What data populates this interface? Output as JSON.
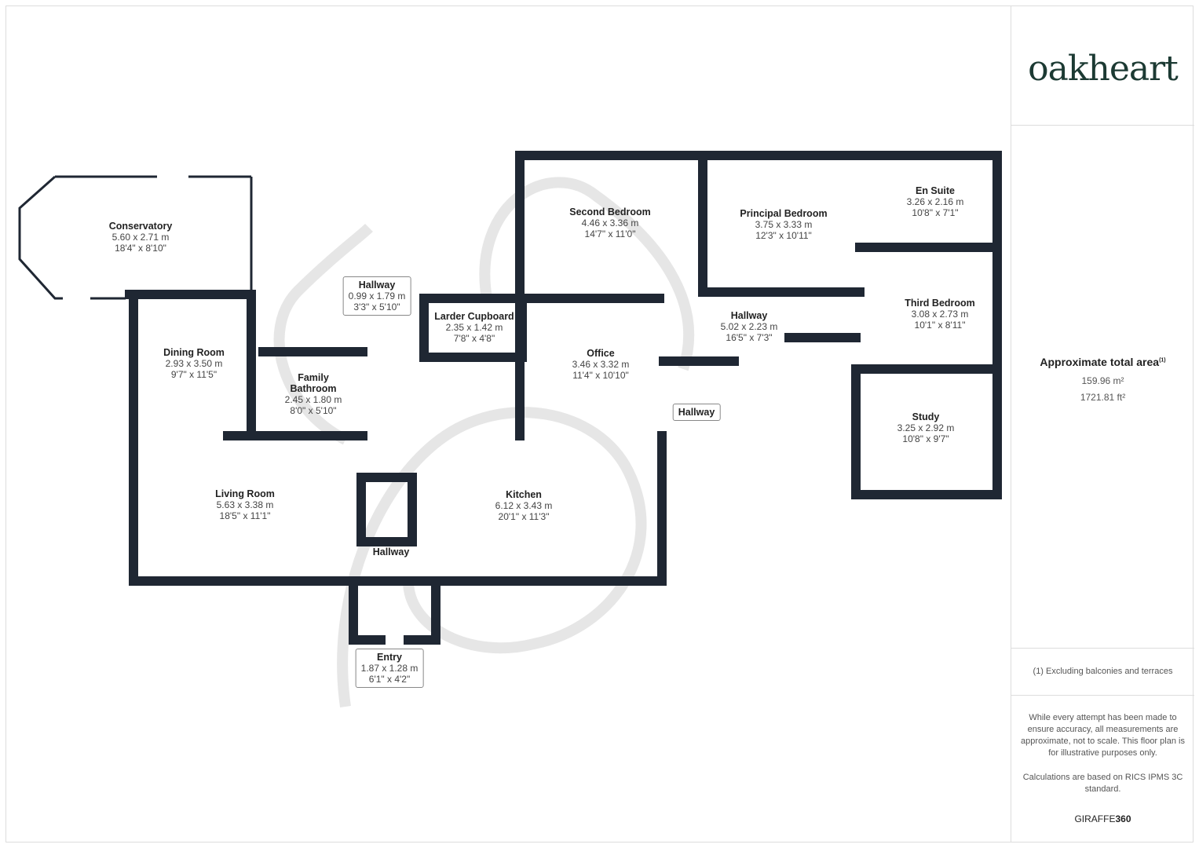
{
  "brand": {
    "logo": "oakheart",
    "footer_prefix": "GIRAFFE",
    "footer_suffix": "360"
  },
  "area": {
    "title": "Approximate total area",
    "footnote_mark": "(1)",
    "metric": "159.96 m²",
    "imperial": "1721.81 ft²"
  },
  "notes": {
    "footnote": "(1) Excluding balconies and terraces",
    "disclaimer": "While every attempt has been made to ensure accuracy, all measurements are approximate, not to scale. This floor plan is for illustrative purposes only.",
    "calculations": "Calculations are based on RICS IPMS 3C standard."
  },
  "rooms": [
    {
      "name": "Conservatory",
      "metric": "5.60 x 2.71 m",
      "imperial": "18'4\" x 8'10\""
    },
    {
      "name": "Dining Room",
      "metric": "2.93 x 3.50 m",
      "imperial": "9'7\" x 11'5\""
    },
    {
      "name": "Family Bathroom",
      "metric": "2.45 x 1.80 m",
      "imperial": "8'0\" x 5'10\""
    },
    {
      "name": "Hallway",
      "metric": "0.99 x 1.79 m",
      "imperial": "3'3\" x 5'10\""
    },
    {
      "name": "Larder Cupboard",
      "metric": "2.35 x 1.42 m",
      "imperial": "7'8\" x 4'8\""
    },
    {
      "name": "Second Bedroom",
      "metric": "4.46 x 3.36 m",
      "imperial": "14'7\" x 11'0\""
    },
    {
      "name": "Principal Bedroom",
      "metric": "3.75 x 3.33 m",
      "imperial": "12'3\" x 10'11\""
    },
    {
      "name": "En Suite",
      "metric": "3.26 x 2.16 m",
      "imperial": "10'8\" x 7'1\""
    },
    {
      "name": "Third Bedroom",
      "metric": "3.08 x 2.73 m",
      "imperial": "10'1\" x 8'11\""
    },
    {
      "name": "Hallway",
      "metric": "5.02 x 2.23 m",
      "imperial": "16'5\" x 7'3\""
    },
    {
      "name": "Office",
      "metric": "3.46 x 3.32 m",
      "imperial": "11'4\" x 10'10\""
    },
    {
      "name": "Hallway"
    },
    {
      "name": "Study",
      "metric": "3.25 x 2.92 m",
      "imperial": "10'8\" x 9'7\""
    },
    {
      "name": "Living Room",
      "metric": "5.63 x 3.38 m",
      "imperial": "18'5\" x 11'1\""
    },
    {
      "name": "Kitchen",
      "metric": "6.12 x 3.43 m",
      "imperial": "20'1\" x 11'3\""
    },
    {
      "name": "Hallway"
    },
    {
      "name": "Entry",
      "metric": "1.87 x 1.28 m",
      "imperial": "6'1\" x 4'2\""
    }
  ]
}
